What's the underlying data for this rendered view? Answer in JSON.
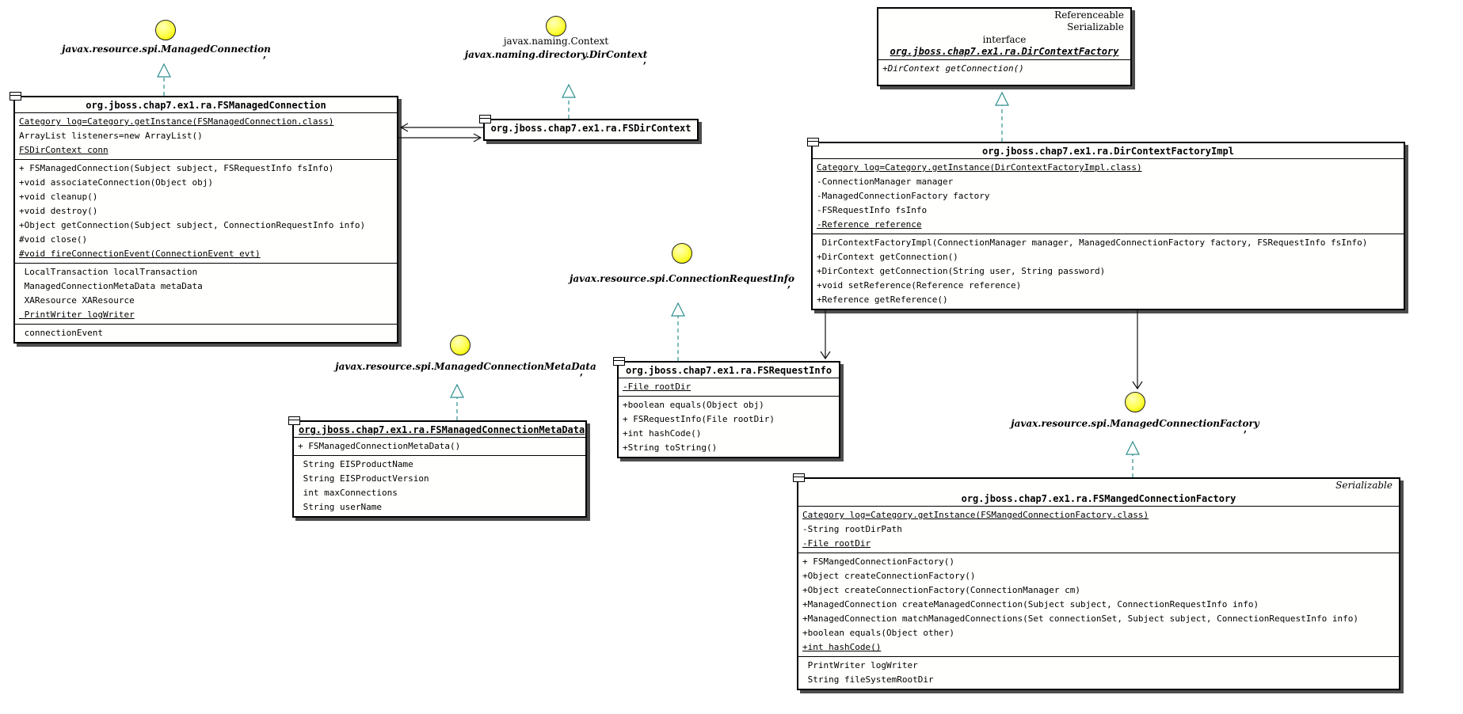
{
  "diagram": {
    "lollipops": {
      "managed_connection": {
        "label": "javax.resource.spi.ManagedConnection",
        "mark": ","
      },
      "dir_context": {
        "label_top": "javax.naming.Context",
        "label": "javax.naming.directory.DirContext",
        "mark": ","
      },
      "connection_request_info": {
        "label": "javax.resource.spi.ConnectionRequestInfo",
        "mark": ","
      },
      "managed_connection_meta_data": {
        "label": "javax.resource.spi.ManagedConnectionMetaData",
        "mark": ","
      },
      "managed_connection_factory": {
        "label": "javax.resource.spi.ManagedConnectionFactory",
        "mark": ","
      }
    },
    "interface_box": {
      "stereotypes": [
        "Referenceable",
        "Serializable"
      ],
      "kind": "interface",
      "title": "org.jboss.chap7.ex1.ra.DirContextFactory",
      "methods": [
        "+DirContext getConnection()"
      ]
    },
    "classes": {
      "fs_managed_connection": {
        "title": "org.jboss.chap7.ex1.ra.FSManagedConnection",
        "attrs1": [
          "Category log=Category.getInstance(FSManagedConnection.class)",
          "ArrayList listeners=new ArrayList()",
          "FSDirContext conn"
        ],
        "methods": [
          "+ FSManagedConnection(Subject subject, FSRequestInfo fsInfo)",
          "+void associateConnection(Object obj)",
          "+void cleanup()",
          "+void destroy()",
          "+Object getConnection(Subject subject, ConnectionRequestInfo info)",
          "#void close()",
          "#void fireConnectionEvent(ConnectionEvent evt)"
        ],
        "attrs2": [
          " LocalTransaction localTransaction",
          " ManagedConnectionMetaData metaData",
          " XAResource XAResource",
          " PrintWriter logWriter"
        ],
        "footer": " connectionEvent"
      },
      "fs_dir_context": {
        "title": "org.jboss.chap7.ex1.ra.FSDirContext"
      },
      "dir_context_factory_impl": {
        "title": "org.jboss.chap7.ex1.ra.DirContextFactoryImpl",
        "attrs": [
          "Category log=Category.getInstance(DirContextFactoryImpl.class)",
          "-ConnectionManager manager",
          "-ManagedConnectionFactory factory",
          "-FSRequestInfo fsInfo",
          "-Reference reference"
        ],
        "methods": [
          " DirContextFactoryImpl(ConnectionManager manager, ManagedConnectionFactory factory, FSRequestInfo fsInfo)",
          "+DirContext getConnection()",
          "+DirContext getConnection(String user, String password)",
          "+void setReference(Reference reference)",
          "+Reference getReference()"
        ]
      },
      "fs_request_info": {
        "title": "org.jboss.chap7.ex1.ra.FSRequestInfo",
        "attrs": [
          "-File rootDir"
        ],
        "methods": [
          "+boolean equals(Object obj)",
          "+ FSRequestInfo(File rootDir)",
          "+int hashCode()",
          "+String toString()"
        ]
      },
      "fs_managed_connection_meta_data": {
        "title": "org.jboss.chap7.ex1.ra.FSManagedConnectionMetaData",
        "methods": [
          "+ FSManagedConnectionMetaData()"
        ],
        "attrs": [
          " String EISProductName",
          " String EISProductVersion",
          " int maxConnections",
          " String userName"
        ]
      },
      "fs_manged_connection_factory": {
        "stereotype": "Serializable",
        "title": "org.jboss.chap7.ex1.ra.FSMangedConnectionFactory",
        "attrs": [
          "Category log=Category.getInstance(FSMangedConnectionFactory.class)",
          "-String rootDirPath",
          "-File rootDir"
        ],
        "methods": [
          "+ FSMangedConnectionFactory()",
          "+Object createConnectionFactory()",
          "+Object createConnectionFactory(ConnectionManager cm)",
          "+ManagedConnection createManagedConnection(Subject subject, ConnectionRequestInfo info)",
          "+ManagedConnection matchManagedConnections(Set connectionSet, Subject subject, ConnectionRequestInfo info)",
          "+boolean equals(Object other)",
          "+int hashCode()"
        ],
        "attrs2": [
          " PrintWriter logWriter",
          " String fileSystemRootDir"
        ]
      }
    }
  }
}
